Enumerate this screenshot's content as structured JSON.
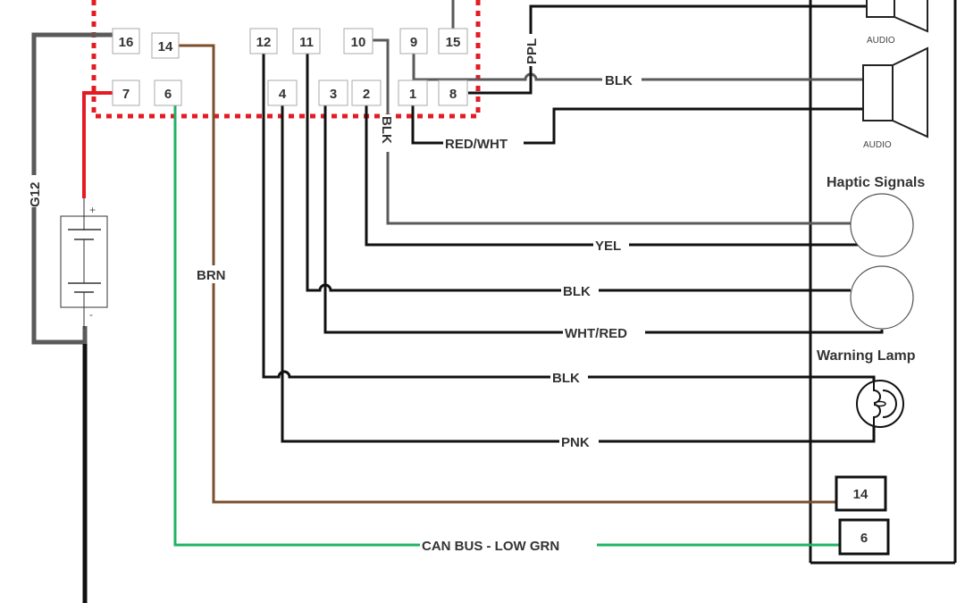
{
  "connector_pins": [
    {
      "id": "pin-16",
      "label": "16"
    },
    {
      "id": "pin-14",
      "label": "14"
    },
    {
      "id": "pin-7",
      "label": "7"
    },
    {
      "id": "pin-6",
      "label": "6"
    },
    {
      "id": "pin-12",
      "label": "12"
    },
    {
      "id": "pin-11",
      "label": "11"
    },
    {
      "id": "pin-10",
      "label": "10"
    },
    {
      "id": "pin-9",
      "label": "9"
    },
    {
      "id": "pin-15",
      "label": "15"
    },
    {
      "id": "pin-4",
      "label": "4"
    },
    {
      "id": "pin-3",
      "label": "3"
    },
    {
      "id": "pin-2",
      "label": "2"
    },
    {
      "id": "pin-1",
      "label": "1"
    },
    {
      "id": "pin-8",
      "label": "8"
    }
  ],
  "wire_labels": {
    "g12": "G12",
    "brn": "BRN",
    "blk_pin10": "BLK",
    "ppl": "PPL",
    "blk_audio": "BLK",
    "red_wht": "RED/WHT",
    "yel": "YEL",
    "blk_haptic": "BLK",
    "wht_red": "WHT/RED",
    "blk_lamp": "BLK",
    "pnk": "PNK",
    "can_bus": "CAN BUS - LOW GRN"
  },
  "components": {
    "audio_top_label": "AUDIO",
    "audio_bottom_label": "AUDIO",
    "haptic_title": "Haptic Signals",
    "warning_lamp_title": "Warning Lamp",
    "battery_plus": "+",
    "battery_minus": "-"
  },
  "module_pins": [
    {
      "id": "module-pin-14",
      "label": "14"
    },
    {
      "id": "module-pin-6",
      "label": "6"
    }
  ],
  "colors": {
    "connector_border": "#e31b23",
    "wire_black": "#111111",
    "wire_gray": "#5a5a5a",
    "wire_brown": "#7b4f2c",
    "wire_green": "#1db364",
    "wire_red": "#e31b23"
  }
}
